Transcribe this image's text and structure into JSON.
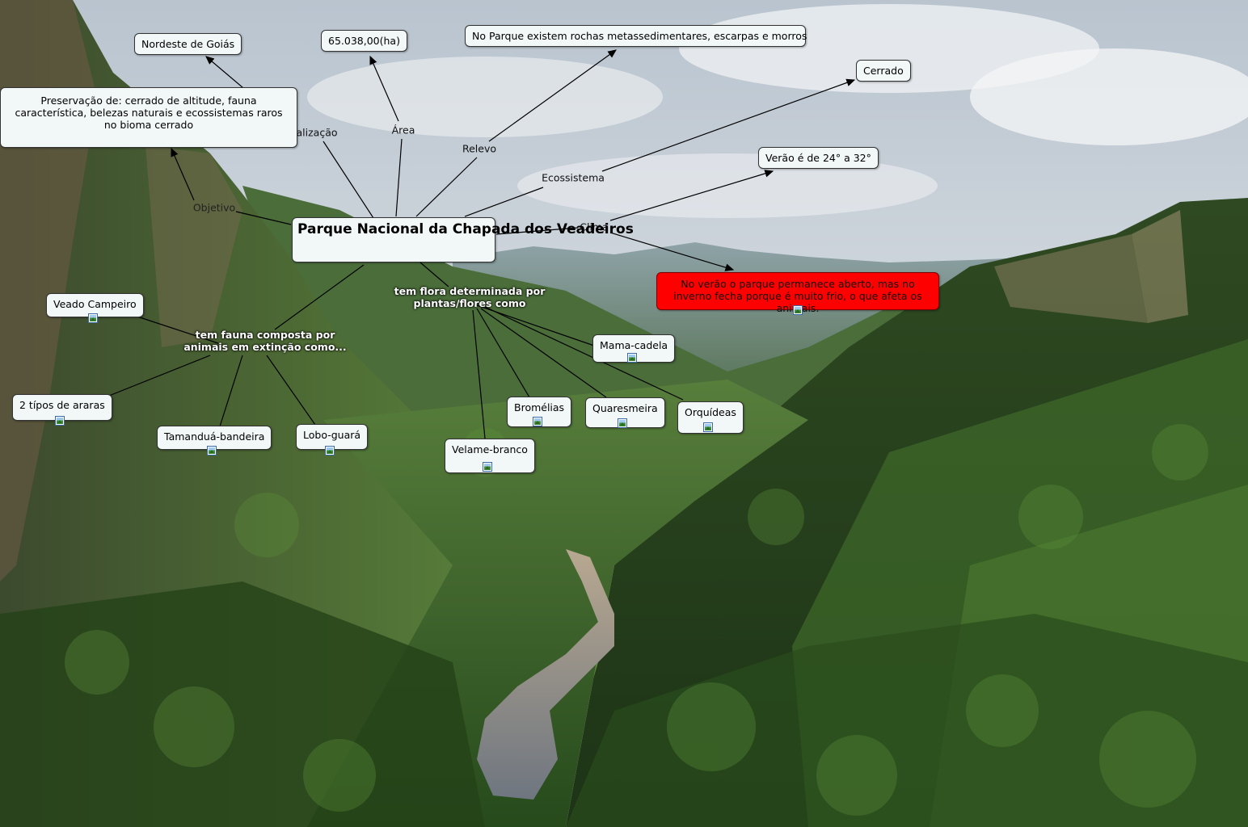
{
  "central": "Parque Nacional da Chapada dos Veadeiros",
  "links": {
    "localizacao": "alização",
    "area": "Área",
    "relevo": "Relevo",
    "ecossistema": "Ecossistema",
    "clima": "Clima",
    "objetivo": "Objetivo",
    "fauna": "tem fauna composta por animais em extinção como...",
    "flora": "tem flora determinada por plantas/flores como"
  },
  "nodes": {
    "nordeste": "Nordeste de Goiás",
    "area_value": "65.038,00(ha)",
    "relevo_text": "No Parque existem rochas metassedimentares, escarpas e morros",
    "cerrado": "Cerrado",
    "verao": "Verão é de 24° a 32°",
    "inverno": "No verão o parque permanece aberto, mas no inverno fecha porque é muito frio, o que afeta os animais.",
    "preservacao": "Preservação de: cerrado de altitude, fauna característica, belezas naturais e ecossistemas raros no bioma cerrado"
  },
  "fauna": {
    "veado": "Veado Campeiro",
    "araras": "2 típos de araras",
    "tamandua": "Tamanduá-bandeira",
    "lobo": "Lobo-guará"
  },
  "flora": {
    "mama_cadela": "Mama-cadela",
    "bromelias": "Bromélias",
    "quaresmeira": "Quaresmeira",
    "orquideas": "Orquídeas",
    "velame": "Velame-branco"
  },
  "icons": {
    "image_attachment": "image-icon"
  },
  "colors": {
    "node_bg": "#f2f7f7",
    "red_node": "#ff0000",
    "link": "#000000"
  }
}
